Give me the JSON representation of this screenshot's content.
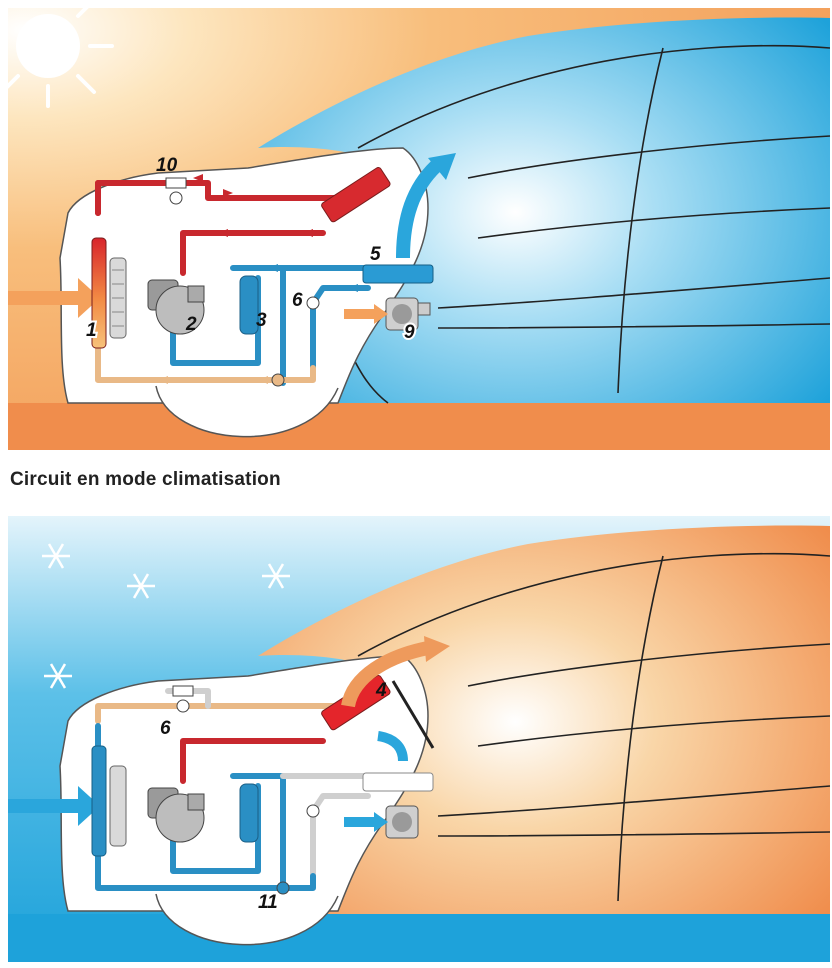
{
  "caption": "Circuit en mode climatisation",
  "panel_top": {
    "component_labels": [
      "1",
      "2",
      "3",
      "5",
      "6",
      "9",
      "10"
    ]
  },
  "panel_bottom": {
    "component_labels": [
      "4",
      "6",
      "11"
    ]
  },
  "icons": {
    "top_weather": "sun-icon",
    "bottom_weather": "snowflake-icon"
  },
  "colors": {
    "sky_warm": "#f4a15c",
    "sky_cool": "#2aa6dc",
    "hot_pipe": "#c8282e",
    "cold_pipe": "#2a8fc4",
    "warm_pipe": "#e9b987",
    "grey_pipe": "#cfcfcf"
  }
}
